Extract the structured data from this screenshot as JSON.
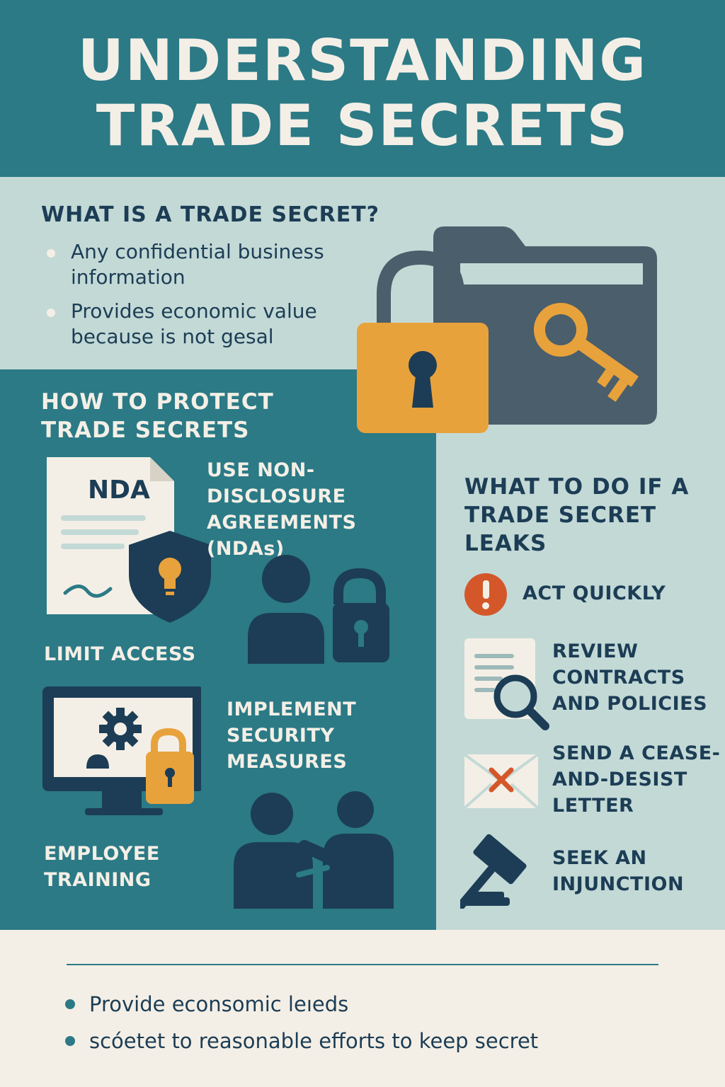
{
  "header": {
    "title": "UNDERSTANDING\nTRADE SECRETS"
  },
  "what_is": {
    "heading": "WHAT IS A TRADE SECRET?",
    "bullets": [
      "Any confidential business information",
      "Provides economic value because is not gesal"
    ]
  },
  "protect": {
    "heading": "HOW TO PROTECT TRADE SECRETS",
    "nda_doc_label": "NDA",
    "items": [
      "USE NON-DISCLOSURE AGREEMENTS (NDAs)",
      "LIMIT ACCESS",
      "IMPLEMENT SECURITY MEASURES",
      "EMPLOYEE TRAINING"
    ]
  },
  "leak": {
    "heading": "WHAT TO DO IF A TRADE SECRET LEAKS",
    "steps": [
      "ACT QUICKLY",
      "REVIEW CONTRACTS AND POLICIES",
      "SEND A CEASE-AND-DESIST LETTER",
      "SEEK AN INJUNCTION"
    ]
  },
  "footer": {
    "bullets": [
      "Provide econsomic leıeds",
      "scóetet to reasonable efforts to keep secret"
    ]
  },
  "colors": {
    "teal": "#2b7a86",
    "light_teal": "#c3d9d6",
    "navy": "#1c3d55",
    "slate": "#4a5e6b",
    "orange": "#e8a23c",
    "red": "#d4572a",
    "cream": "#f4efe6"
  },
  "icons": [
    "lock-icon",
    "folder-icon",
    "key-icon",
    "nda-document-icon",
    "shield-lightbulb-icon",
    "person-lock-icon",
    "monitor-gear-lock-icon",
    "people-training-icon",
    "alert-icon",
    "document-magnifier-icon",
    "envelope-x-icon",
    "gavel-icon"
  ]
}
